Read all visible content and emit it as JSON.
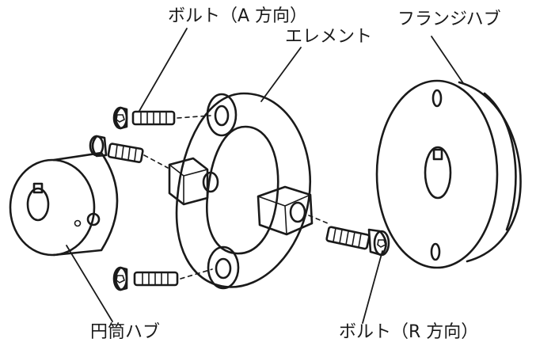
{
  "labels": {
    "bolt_a": "ボルト（A 方向）",
    "element": "エレメント",
    "flange_hub": "フランジハブ",
    "cylinder_hub": "円筒ハブ",
    "bolt_r": "ボルト（R 方向）"
  },
  "colors": {
    "line": "#1a1a1a",
    "background": "#ffffff",
    "element_fill": "#e9e9e9"
  }
}
